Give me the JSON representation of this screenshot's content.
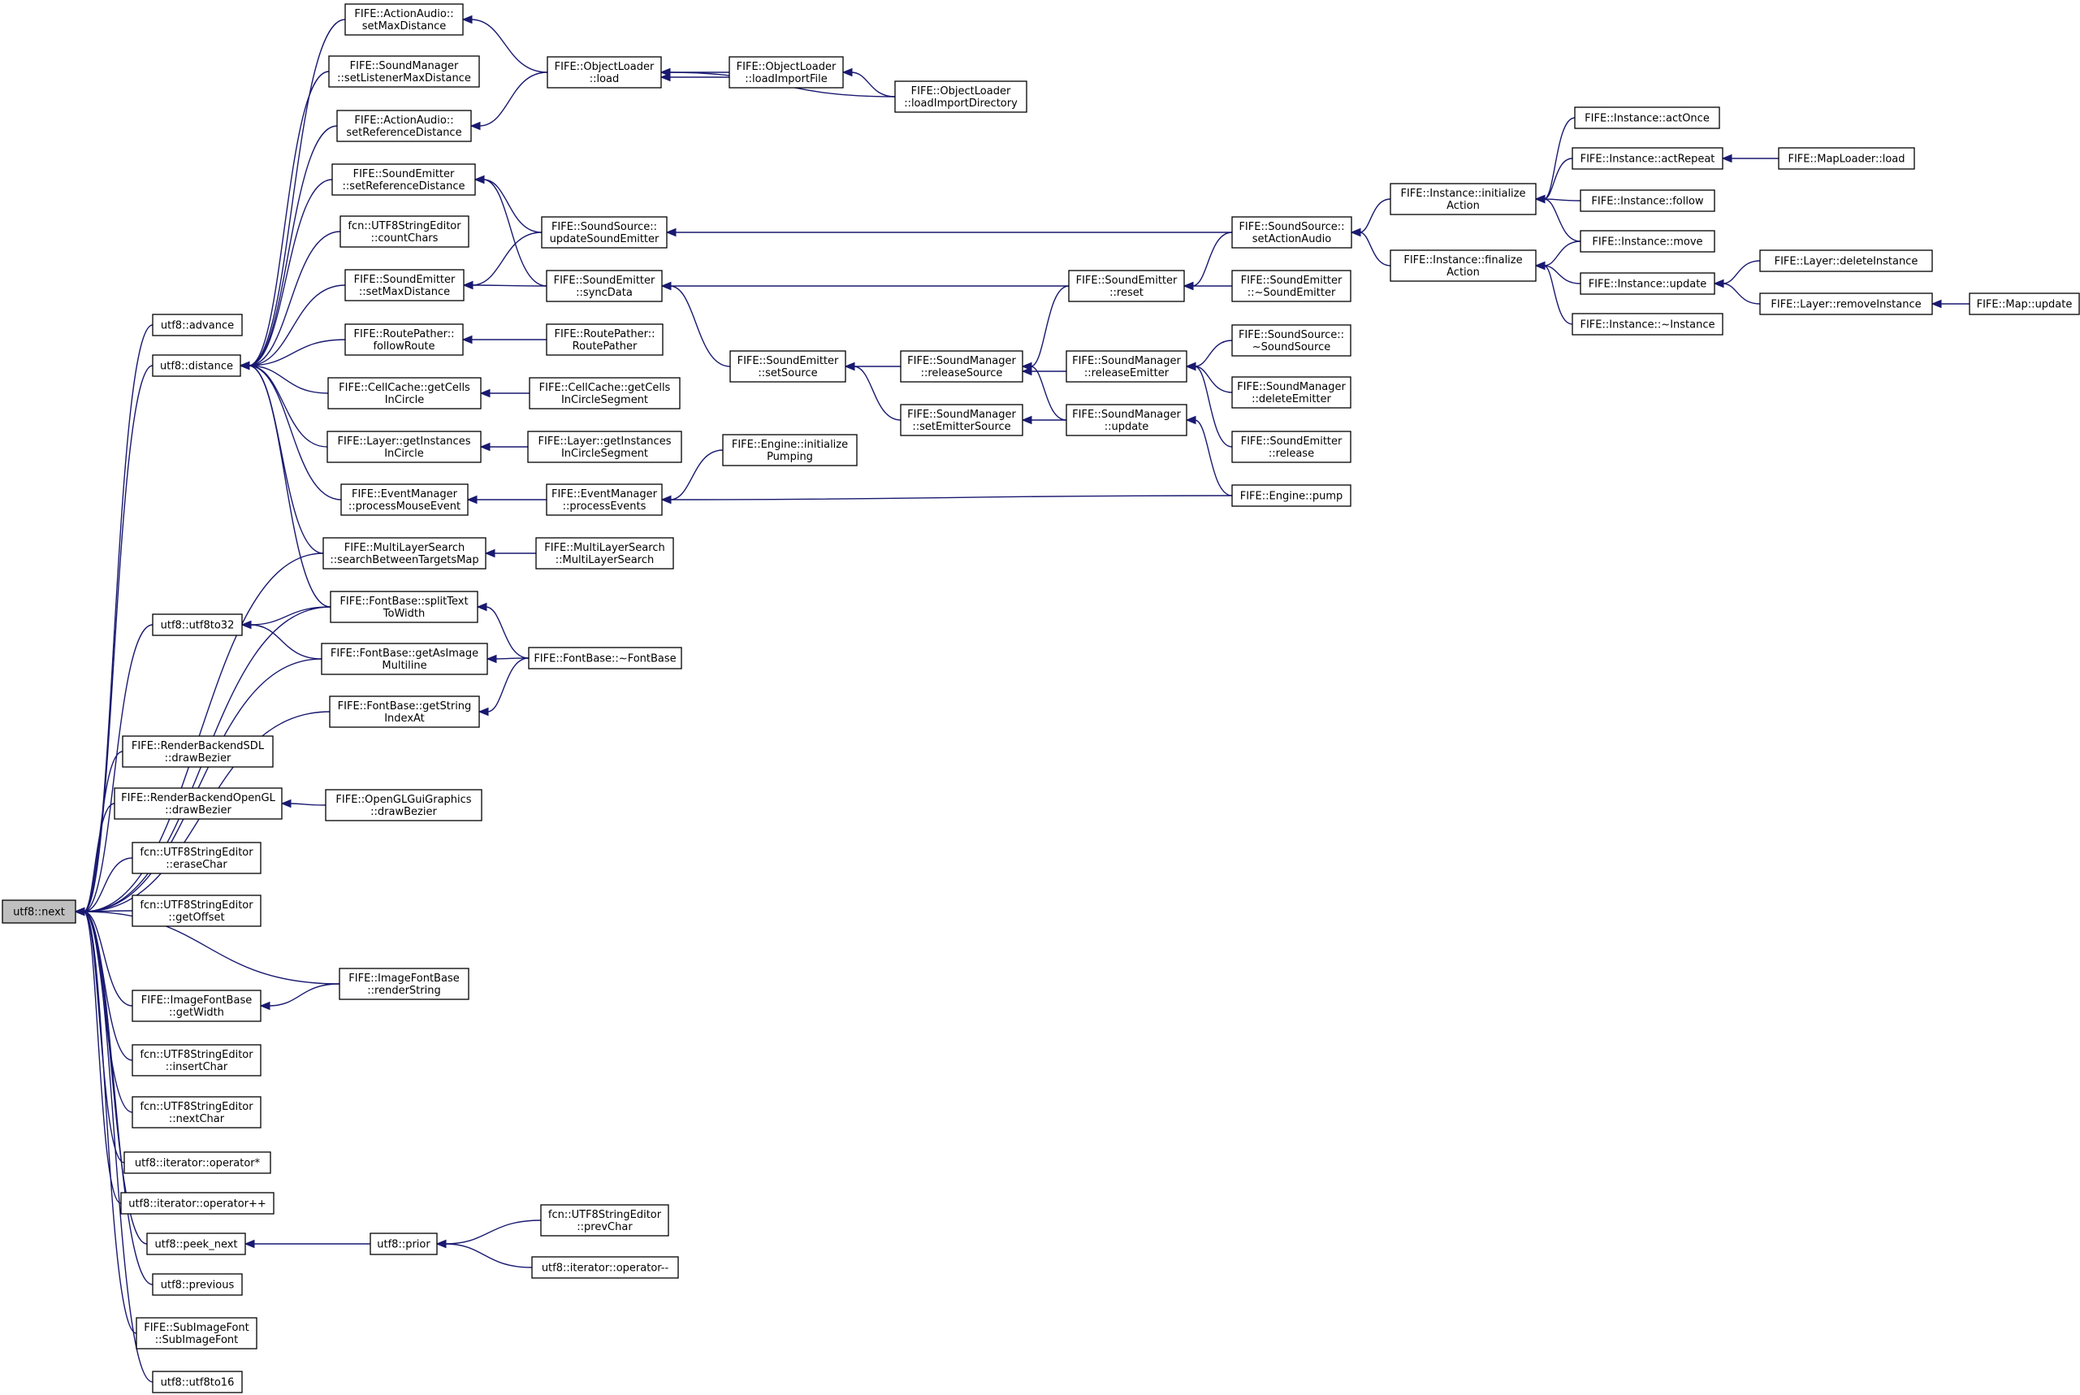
{
  "diagram": {
    "type": "caller-graph",
    "nodes": [
      {
        "id": "n0",
        "lines": [
          "utf8::next"
        ],
        "root": true
      },
      {
        "id": "n1",
        "lines": [
          "utf8::advance"
        ]
      },
      {
        "id": "n2",
        "lines": [
          "utf8::distance"
        ]
      },
      {
        "id": "n3",
        "lines": [
          "FIFE::ActionAudio::",
          "setMaxDistance"
        ]
      },
      {
        "id": "n4",
        "lines": [
          "FIFE::SoundManager",
          "::setListenerMaxDistance"
        ]
      },
      {
        "id": "n5",
        "lines": [
          "FIFE::ActionAudio::",
          "setReferenceDistance"
        ]
      },
      {
        "id": "n6",
        "lines": [
          "FIFE::SoundEmitter",
          "::setReferenceDistance"
        ]
      },
      {
        "id": "n7",
        "lines": [
          "fcn::UTF8StringEditor",
          "::countChars"
        ]
      },
      {
        "id": "n8",
        "lines": [
          "FIFE::SoundEmitter",
          "::setMaxDistance"
        ]
      },
      {
        "id": "n9",
        "lines": [
          "FIFE::RoutePather::",
          "followRoute"
        ]
      },
      {
        "id": "n10",
        "lines": [
          "FIFE::CellCache::getCells",
          "InCircle"
        ]
      },
      {
        "id": "n11",
        "lines": [
          "FIFE::Layer::getInstances",
          "InCircle"
        ]
      },
      {
        "id": "n12",
        "lines": [
          "FIFE::EventManager",
          "::processMouseEvent"
        ]
      },
      {
        "id": "n13",
        "lines": [
          "FIFE::MultiLayerSearch",
          "::searchBetweenTargetsMap"
        ]
      },
      {
        "id": "n14",
        "lines": [
          "FIFE::FontBase::splitText",
          "ToWidth"
        ]
      },
      {
        "id": "n15",
        "lines": [
          "utf8::utf8to32"
        ]
      },
      {
        "id": "n16",
        "lines": [
          "FIFE::FontBase::getAsImage",
          "Multiline"
        ]
      },
      {
        "id": "n17",
        "lines": [
          "FIFE::FontBase::getString",
          "IndexAt"
        ]
      },
      {
        "id": "n18",
        "lines": [
          "FIFE::RenderBackendSDL",
          "::drawBezier"
        ]
      },
      {
        "id": "n19",
        "lines": [
          "FIFE::RenderBackendOpenGL",
          "::drawBezier"
        ]
      },
      {
        "id": "n20",
        "lines": [
          "fcn::UTF8StringEditor",
          "::eraseChar"
        ]
      },
      {
        "id": "n21",
        "lines": [
          "fcn::UTF8StringEditor",
          "::getOffset"
        ]
      },
      {
        "id": "n22",
        "lines": [
          "FIFE::ImageFontBase",
          "::getWidth"
        ]
      },
      {
        "id": "n23",
        "lines": [
          "fcn::UTF8StringEditor",
          "::insertChar"
        ]
      },
      {
        "id": "n24",
        "lines": [
          "fcn::UTF8StringEditor",
          "::nextChar"
        ]
      },
      {
        "id": "n25",
        "lines": [
          "utf8::iterator::operator*"
        ]
      },
      {
        "id": "n26",
        "lines": [
          "utf8::iterator::operator++"
        ]
      },
      {
        "id": "n27",
        "lines": [
          "utf8::peek_next"
        ]
      },
      {
        "id": "n28",
        "lines": [
          "utf8::previous"
        ]
      },
      {
        "id": "n29",
        "lines": [
          "FIFE::SubImageFont",
          "::SubImageFont"
        ]
      },
      {
        "id": "n30",
        "lines": [
          "utf8::utf8to16"
        ]
      },
      {
        "id": "n31",
        "lines": [
          "FIFE::ObjectLoader",
          "::load"
        ]
      },
      {
        "id": "n32",
        "lines": [
          "FIFE::ObjectLoader",
          "::loadImportFile"
        ]
      },
      {
        "id": "n33",
        "lines": [
          "FIFE::ObjectLoader",
          "::loadImportDirectory"
        ]
      },
      {
        "id": "n34",
        "lines": [
          "FIFE::SoundSource::",
          "updateSoundEmitter"
        ]
      },
      {
        "id": "n35",
        "lines": [
          "FIFE::SoundEmitter",
          "::syncData"
        ]
      },
      {
        "id": "n36",
        "lines": [
          "FIFE::RoutePather::",
          "RoutePather"
        ]
      },
      {
        "id": "n37",
        "lines": [
          "FIFE::CellCache::getCells",
          "InCircleSegment"
        ]
      },
      {
        "id": "n38",
        "lines": [
          "FIFE::Layer::getInstances",
          "InCircleSegment"
        ]
      },
      {
        "id": "n39",
        "lines": [
          "FIFE::EventManager",
          "::processEvents"
        ]
      },
      {
        "id": "n40",
        "lines": [
          "FIFE::MultiLayerSearch",
          "::MultiLayerSearch"
        ]
      },
      {
        "id": "n41",
        "lines": [
          "FIFE::FontBase::~FontBase"
        ]
      },
      {
        "id": "n42",
        "lines": [
          "FIFE::OpenGLGuiGraphics",
          "::drawBezier"
        ]
      },
      {
        "id": "n43",
        "lines": [
          "FIFE::ImageFontBase",
          "::renderString"
        ]
      },
      {
        "id": "n44",
        "lines": [
          "utf8::prior"
        ]
      },
      {
        "id": "n45",
        "lines": [
          "fcn::UTF8StringEditor",
          "::prevChar"
        ]
      },
      {
        "id": "n46",
        "lines": [
          "utf8::iterator::operator--"
        ]
      },
      {
        "id": "n47",
        "lines": [
          "FIFE::SoundEmitter",
          "::setSource"
        ]
      },
      {
        "id": "n48",
        "lines": [
          "FIFE::Engine::initialize",
          "Pumping"
        ]
      },
      {
        "id": "n49",
        "lines": [
          "FIFE::SoundManager",
          "::releaseSource"
        ]
      },
      {
        "id": "n50",
        "lines": [
          "FIFE::SoundManager",
          "::setEmitterSource"
        ]
      },
      {
        "id": "n51",
        "lines": [
          "FIFE::SoundEmitter",
          "::reset"
        ]
      },
      {
        "id": "n52",
        "lines": [
          "FIFE::SoundManager",
          "::releaseEmitter"
        ]
      },
      {
        "id": "n53",
        "lines": [
          "FIFE::SoundManager",
          "::update"
        ]
      },
      {
        "id": "n54",
        "lines": [
          "FIFE::SoundSource::",
          "setActionAudio"
        ]
      },
      {
        "id": "n55",
        "lines": [
          "FIFE::SoundEmitter",
          "::~SoundEmitter"
        ]
      },
      {
        "id": "n56",
        "lines": [
          "FIFE::SoundSource::",
          "~SoundSource"
        ]
      },
      {
        "id": "n57",
        "lines": [
          "FIFE::SoundManager",
          "::deleteEmitter"
        ]
      },
      {
        "id": "n58",
        "lines": [
          "FIFE::SoundEmitter",
          "::release"
        ]
      },
      {
        "id": "n59",
        "lines": [
          "FIFE::Engine::pump"
        ]
      },
      {
        "id": "n60",
        "lines": [
          "FIFE::Instance::initialize",
          "Action"
        ]
      },
      {
        "id": "n61",
        "lines": [
          "FIFE::Instance::finalize",
          "Action"
        ]
      },
      {
        "id": "n62",
        "lines": [
          "FIFE::Instance::actOnce"
        ]
      },
      {
        "id": "n63",
        "lines": [
          "FIFE::Instance::actRepeat"
        ]
      },
      {
        "id": "n64",
        "lines": [
          "FIFE::Instance::follow"
        ]
      },
      {
        "id": "n65",
        "lines": [
          "FIFE::Instance::move"
        ]
      },
      {
        "id": "n66",
        "lines": [
          "FIFE::Instance::update"
        ]
      },
      {
        "id": "n67",
        "lines": [
          "FIFE::Instance::~Instance"
        ]
      },
      {
        "id": "n68",
        "lines": [
          "FIFE::MapLoader::load"
        ]
      },
      {
        "id": "n69",
        "lines": [
          "FIFE::Layer::deleteInstance"
        ]
      },
      {
        "id": "n70",
        "lines": [
          "FIFE::Layer::removeInstance"
        ]
      },
      {
        "id": "n71",
        "lines": [
          "FIFE::Map::update"
        ]
      }
    ],
    "edges": [
      [
        "n0",
        "n1"
      ],
      [
        "n0",
        "n2"
      ],
      [
        "n0",
        "n13"
      ],
      [
        "n0",
        "n14"
      ],
      [
        "n0",
        "n15"
      ],
      [
        "n0",
        "n16"
      ],
      [
        "n0",
        "n17"
      ],
      [
        "n0",
        "n18"
      ],
      [
        "n0",
        "n19"
      ],
      [
        "n0",
        "n20"
      ],
      [
        "n0",
        "n21"
      ],
      [
        "n0",
        "n43"
      ],
      [
        "n0",
        "n22"
      ],
      [
        "n0",
        "n23"
      ],
      [
        "n0",
        "n24"
      ],
      [
        "n0",
        "n25"
      ],
      [
        "n0",
        "n26"
      ],
      [
        "n0",
        "n27"
      ],
      [
        "n0",
        "n28"
      ],
      [
        "n0",
        "n29"
      ],
      [
        "n0",
        "n30"
      ],
      [
        "n2",
        "n3"
      ],
      [
        "n2",
        "n4"
      ],
      [
        "n2",
        "n5"
      ],
      [
        "n2",
        "n6"
      ],
      [
        "n2",
        "n7"
      ],
      [
        "n2",
        "n8"
      ],
      [
        "n2",
        "n9"
      ],
      [
        "n2",
        "n10"
      ],
      [
        "n2",
        "n11"
      ],
      [
        "n2",
        "n12"
      ],
      [
        "n2",
        "n13"
      ],
      [
        "n2",
        "n14"
      ],
      [
        "n3",
        "n31"
      ],
      [
        "n5",
        "n31"
      ],
      [
        "n31",
        "n32"
      ],
      [
        "n32",
        "n31"
      ],
      [
        "n31",
        "n33"
      ],
      [
        "n32",
        "n33"
      ],
      [
        "n6",
        "n34"
      ],
      [
        "n6",
        "n35"
      ],
      [
        "n8",
        "n34"
      ],
      [
        "n8",
        "n35"
      ],
      [
        "n9",
        "n36"
      ],
      [
        "n10",
        "n37"
      ],
      [
        "n11",
        "n38"
      ],
      [
        "n12",
        "n39"
      ],
      [
        "n13",
        "n40"
      ],
      [
        "n14",
        "n41"
      ],
      [
        "n15",
        "n14"
      ],
      [
        "n15",
        "n16"
      ],
      [
        "n16",
        "n41"
      ],
      [
        "n17",
        "n41"
      ],
      [
        "n19",
        "n42"
      ],
      [
        "n22",
        "n43"
      ],
      [
        "n27",
        "n44"
      ],
      [
        "n44",
        "n45"
      ],
      [
        "n44",
        "n46"
      ],
      [
        "n34",
        "n54"
      ],
      [
        "n35",
        "n51"
      ],
      [
        "n35",
        "n47"
      ],
      [
        "n47",
        "n49"
      ],
      [
        "n47",
        "n50"
      ],
      [
        "n39",
        "n48"
      ],
      [
        "n39",
        "n59"
      ],
      [
        "n49",
        "n51"
      ],
      [
        "n49",
        "n53"
      ],
      [
        "n50",
        "n53"
      ],
      [
        "n52",
        "n49"
      ],
      [
        "n53",
        "n59"
      ],
      [
        "n51",
        "n54"
      ],
      [
        "n51",
        "n55"
      ],
      [
        "n52",
        "n56"
      ],
      [
        "n52",
        "n57"
      ],
      [
        "n52",
        "n58"
      ],
      [
        "n54",
        "n60"
      ],
      [
        "n54",
        "n61"
      ],
      [
        "n60",
        "n62"
      ],
      [
        "n60",
        "n63"
      ],
      [
        "n60",
        "n64"
      ],
      [
        "n60",
        "n65"
      ],
      [
        "n61",
        "n65"
      ],
      [
        "n61",
        "n66"
      ],
      [
        "n61",
        "n67"
      ],
      [
        "n63",
        "n68"
      ],
      [
        "n66",
        "n69"
      ],
      [
        "n66",
        "n70"
      ],
      [
        "n70",
        "n71"
      ]
    ]
  }
}
